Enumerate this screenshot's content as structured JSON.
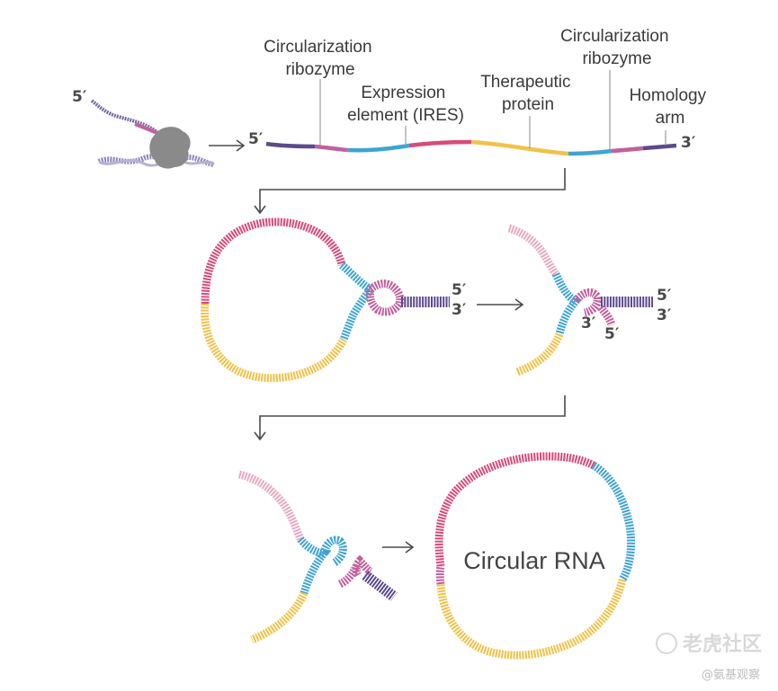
{
  "colors": {
    "ribozyme": "#c2609c",
    "ires_pink": "#d94a78",
    "ires_blue": "#3fa4d4",
    "protein": "#f0c24a",
    "homology": "#5b4a8c",
    "ribosome": "#8a8a8a",
    "arrow": "#4a4a4a",
    "text": "#3a3a3a"
  },
  "labels": {
    "ribozyme_left": [
      "Circularization",
      "ribozyme"
    ],
    "expression": [
      "Expression",
      "element (IRES)"
    ],
    "therapeutic": [
      "Therapeutic",
      "protein"
    ],
    "ribozyme_right": [
      "Circularization",
      "ribozyme"
    ],
    "homology": [
      "Homology",
      "arm"
    ]
  },
  "ends": {
    "five": "5′",
    "three": "3′"
  },
  "circular_rna": "Circular RNA",
  "watermark": {
    "main": "老虎社区",
    "sub": "@氨基观察"
  }
}
